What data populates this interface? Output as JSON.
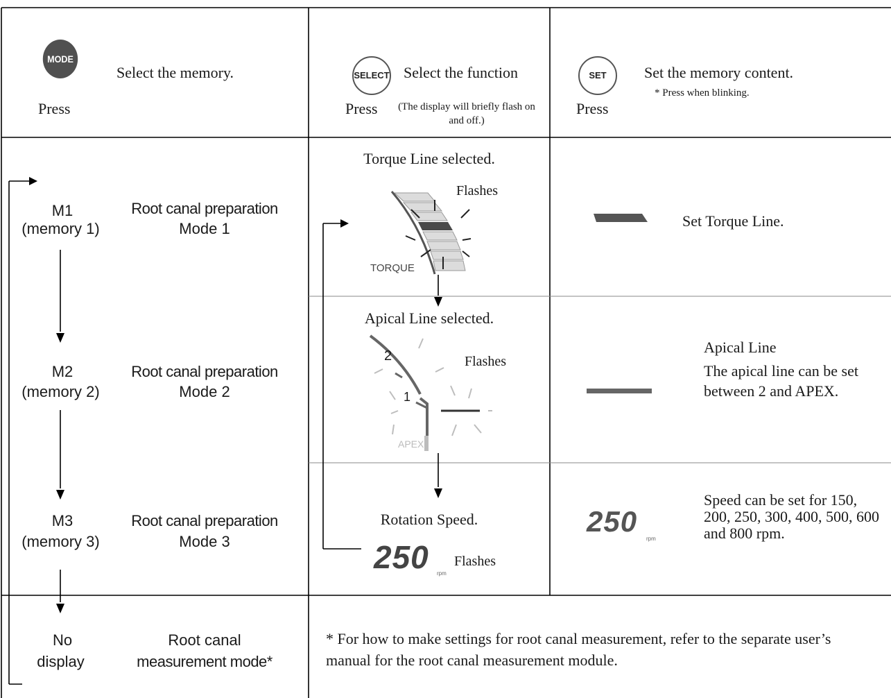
{
  "header": {
    "mode": {
      "button": "MODE",
      "press": "Press",
      "desc": "Select the memory."
    },
    "select": {
      "button": "SELECT",
      "press": "Press",
      "desc": "Select the function",
      "note": "(The display will briefly flash on and off.)"
    },
    "set": {
      "button": "SET",
      "press": "Press",
      "desc": "Set the memory content.",
      "note": "* Press when blinking."
    }
  },
  "rows": [
    {
      "memory": "M1",
      "memory_sub": "(memory 1)",
      "mode_line1": "Root canal preparation",
      "mode_line2": "Mode 1"
    },
    {
      "memory": "M2",
      "memory_sub": "(memory 2)",
      "mode_line1": "Root canal preparation",
      "mode_line2": "Mode 2"
    },
    {
      "memory": "M3",
      "memory_sub": "(memory 3)",
      "mode_line1": "Root canal preparation",
      "mode_line2": "Mode 3"
    },
    {
      "memory": "No",
      "memory_sub": "display",
      "mode_line1": "Root canal",
      "mode_line2": "measurement mode*"
    }
  ],
  "functions": {
    "torque": {
      "title": "Torque Line selected.",
      "flash": "Flashes",
      "label": "TORQUE",
      "set_text": "Set Torque Line."
    },
    "apical": {
      "title": "Apical Line selected.",
      "flash": "Flashes",
      "mark2": "2",
      "mark1": "1",
      "apex": "APEX",
      "set_title": "Apical Line",
      "set_text": "The apical line can be set between 2 and APEX."
    },
    "speed": {
      "title": "Rotation Speed.",
      "flash": "Flashes",
      "display": "250",
      "unit": "rpm",
      "set_text": "Speed can be set for 150, 200, 250, 300, 400, 500, 600 and 800 rpm."
    }
  },
  "footnote": "* For how to make settings for root canal measurement, refer to the separate user’s manual for the root canal measurement module."
}
